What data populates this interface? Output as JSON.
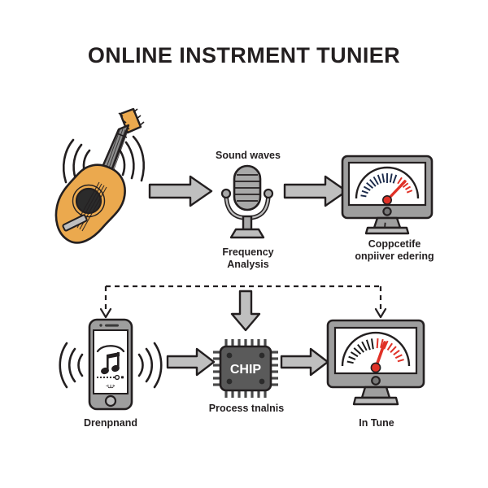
{
  "page": {
    "title": "ONLINE INSTRMENT TUNIER",
    "background": "#ffffff",
    "text_color": "#231f20"
  },
  "palette": {
    "guitar_body": "#EBA94E",
    "guitar_neck": "#8C8C8C",
    "guitar_outline": "#231f20",
    "arrow_fill": "#BFBFBF",
    "arrow_outline": "#231f20",
    "device_gray": "#9E9E9E",
    "screen_white": "#FFFFFF",
    "chip_fill": "#5A5A5A",
    "chip_text": "#FFFFFF",
    "needle_red": "#E03127",
    "dashed_line": "#231f20"
  },
  "flow": {
    "row1": [
      {
        "id": "guitar",
        "name": "acoustic-guitar",
        "label": "",
        "icon": "guitar-icon"
      },
      {
        "id": "microphone",
        "name": "microphone",
        "label_top": "Sound waves",
        "label_bottom": "Frequency\nAnalysis",
        "icon": "microphone-icon"
      },
      {
        "id": "monitor-analysis",
        "name": "monitor-tuner-gauge",
        "label": "Coppcetife\nonpiiver edering",
        "icon": "monitor-icon",
        "gauge": {
          "needle_angle_deg": 28,
          "tick_count": 19,
          "red_ticks_from": 13
        }
      }
    ],
    "row2": [
      {
        "id": "phone",
        "name": "smartphone-app",
        "label": "Drenpnand",
        "icon": "smartphone-icon"
      },
      {
        "id": "chip",
        "name": "processor-chip",
        "label": "Process tnalnis",
        "icon": "chip-icon",
        "chip_text": "CHIP"
      },
      {
        "id": "monitor-intune",
        "name": "monitor-in-tune",
        "label": "In Tune",
        "icon": "monitor-icon",
        "gauge": {
          "needle_angle_deg": -18,
          "tick_count": 19,
          "red_ticks_from": 11
        }
      }
    ],
    "connectors": [
      {
        "id": "a1",
        "name": "arrow-guitar-to-mic",
        "type": "arrow-right"
      },
      {
        "id": "a2",
        "name": "arrow-mic-to-monitor",
        "type": "arrow-right"
      },
      {
        "id": "a3",
        "name": "arrow-phone-to-chip",
        "type": "arrow-right"
      },
      {
        "id": "a4",
        "name": "arrow-chip-to-monitor",
        "type": "arrow-right"
      },
      {
        "id": "a5",
        "name": "arrow-down-to-chip",
        "type": "arrow-down"
      },
      {
        "id": "d1",
        "name": "dashed-feedback-line",
        "type": "dashed-bus"
      }
    ]
  }
}
